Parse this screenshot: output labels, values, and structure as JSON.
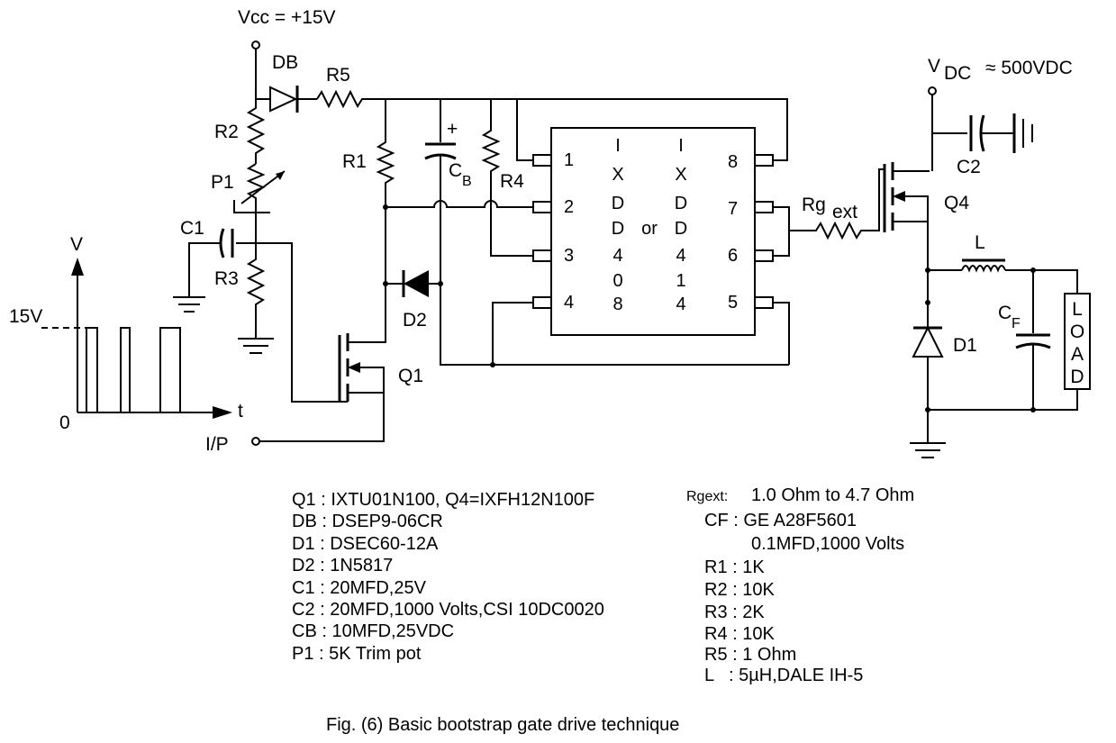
{
  "labels": {
    "vcc": "Vcc = +15V",
    "vdc_main": "V",
    "vdc_sub": "DC",
    "vdc_value": "≈ 500VDC",
    "db": "DB",
    "r5": "R5",
    "r2": "R2",
    "p1": "P1",
    "r1": "R1",
    "cb_main": "C",
    "cb_sub": "B",
    "cb_plus": "+",
    "r4": "R4",
    "c1": "C1",
    "r3": "R3",
    "d2": "D2",
    "q1": "Q1",
    "q4": "Q4",
    "c2": "C2",
    "rg_main": "Rg",
    "rg_sub": "ext",
    "l": "L",
    "cf_main": "C",
    "cf_sub": "F",
    "d1": "D1",
    "ip": "I/P",
    "load_letters": [
      "L",
      "O",
      "A",
      "D"
    ]
  },
  "waveform": {
    "y_axis": "V",
    "x_axis": "t",
    "origin": "0",
    "level": "15V"
  },
  "ic": {
    "left_pins": [
      "1",
      "2",
      "3",
      "4"
    ],
    "right_pins": [
      "8",
      "7",
      "6",
      "5"
    ],
    "part_a": [
      "I",
      "X",
      "D",
      "D",
      "4",
      "0",
      "8"
    ],
    "or": "or",
    "part_b": [
      "I",
      "X",
      "D",
      "D",
      "4",
      "1",
      "4"
    ]
  },
  "bom_left": [
    "Q1 : IXTU01N100,  Q4=IXFH12N100F",
    "DB : DSEP9-06CR",
    "D1 : DSEC60-12A",
    "D2 : 1N5817",
    "C1 : 20MFD,25V",
    "C2 : 20MFD,1000 Volts,CSI 10DC0020",
    "CB : 10MFD,25VDC",
    "P1 : 5K Trim pot"
  ],
  "bom_right": {
    "rg_label": "Rgext:",
    "rg_value": "1.0 Ohm to 4.7 Ohm",
    "lines": [
      "CF : GE A28F5601",
      "0.1MFD,1000 Volts",
      "R1 : 1K",
      "R2 : 10K",
      "R3 : 2K",
      "R4 : 10K",
      "R5 : 1 Ohm",
      "L   : 5µH,DALE IH-5"
    ]
  },
  "caption": "Fig. (6) Basic bootstrap gate drive technique"
}
